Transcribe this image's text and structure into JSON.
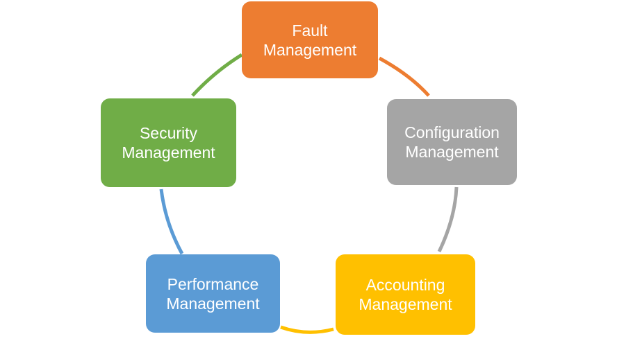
{
  "diagram": {
    "type": "cycle",
    "nodes": [
      {
        "id": "fault",
        "label": "Fault\nManagement",
        "color": "#ed7d31"
      },
      {
        "id": "configuration",
        "label": "Configuration\nManagement",
        "color": "#a5a5a5"
      },
      {
        "id": "accounting",
        "label": "Accounting\nManagement",
        "color": "#ffc000"
      },
      {
        "id": "performance",
        "label": "Performance\nManagement",
        "color": "#5b9bd5"
      },
      {
        "id": "security",
        "label": "Security\nManagement",
        "color": "#70ad47"
      }
    ],
    "connectors": [
      {
        "from": "fault",
        "to": "configuration",
        "color": "#ed7d31"
      },
      {
        "from": "configuration",
        "to": "accounting",
        "color": "#a5a5a5"
      },
      {
        "from": "accounting",
        "to": "performance",
        "color": "#ffc000"
      },
      {
        "from": "performance",
        "to": "security",
        "color": "#5b9bd5"
      },
      {
        "from": "security",
        "to": "fault",
        "color": "#70ad47"
      }
    ]
  }
}
